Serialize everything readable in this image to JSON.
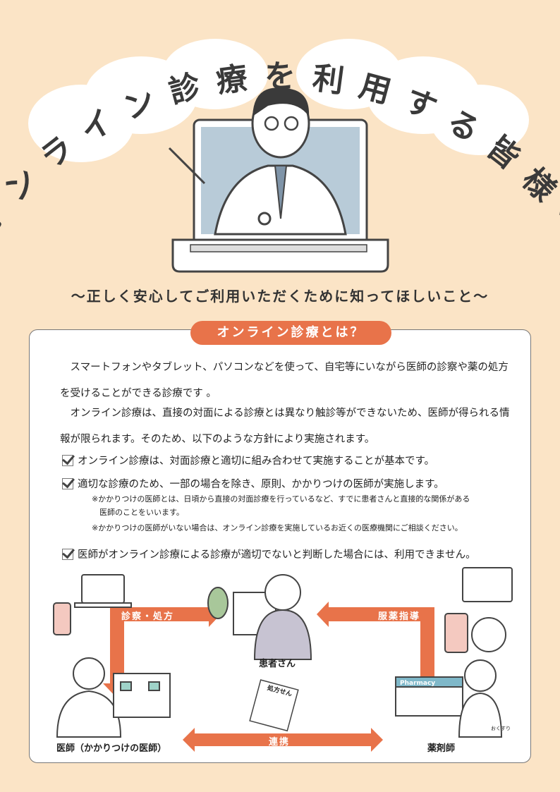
{
  "title": "オンライン診療を利用する皆様へ",
  "subtitle": "～正しく安心してご利用いただくために知ってほしいこと～",
  "section": {
    "heading": "オンライン診療とは？",
    "paragraphs": [
      "　スマートフォンやタブレット、パソコンなどを使って、自宅等にいながら医師の診察や薬の処方を受けることができる診療です 。",
      "　オンライン診療は、直接の対面による診療とは異なり触診等ができないため、医師が得られる情報が限られます。そのため、以下のような方針により実施されます。"
    ],
    "checks": [
      "オンライン診療は、対面診療と適切に組み合わせて実施することが基本です。",
      "適切な診療のため、一部の場合を除き、原則、かかりつけの医師が実施します。",
      "医師がオンライン診療による診療が適切でないと判断した場合には、利用できません。"
    ],
    "notes": [
      "※かかりつけの医師とは、日頃から直接の対面診療を行っているなど、すでに患者さんと直接的な関係がある",
      "　医師のことをいいます。",
      "※かかりつけの医師がいない場合は、オンライン診療を実施しているお近くの医療機関にご相談ください。"
    ]
  },
  "diagram": {
    "arrow_exam": "診察・処方",
    "arrow_guidance": "服薬指導",
    "arrow_link": "連携",
    "patient": "患者さん",
    "doctor": "医師（かかりつけの医師）",
    "pharmacist": "薬剤師",
    "prescription": "処方せん",
    "pharmacy_sign": "Pharmacy",
    "notebook": "おくすり"
  },
  "colors": {
    "accent": "#e8734a",
    "background": "#fbe4c6"
  }
}
